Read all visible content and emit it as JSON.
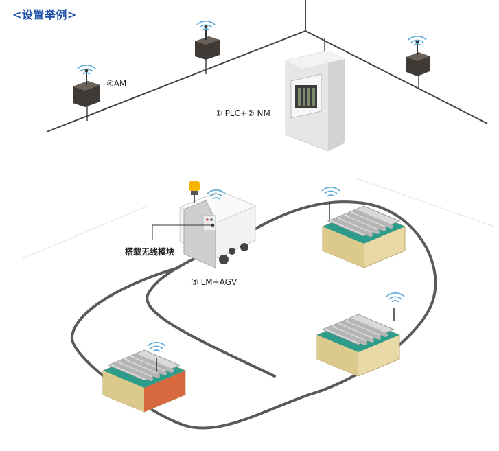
{
  "title": "<设置举例>",
  "labels": {
    "am": "④AM",
    "plc_nm": "① PLC+② NM",
    "lm_agv": "⑤ LM+AGV",
    "module": "搭载无线模块"
  },
  "colors": {
    "title": "#1d4fa8",
    "wall_line": "#444444",
    "track": "#5a5a5a",
    "device_dark": "#3f3a35",
    "cabinet": "#e6e6e6",
    "agv_body": "#f2f2f2",
    "beacon": "#f5b400",
    "conveyor_green": "#2e9c8a",
    "conveyor_base": "#e9d9a6",
    "wifi": "#5aa7d6"
  },
  "icons": {
    "wireless": "wifi-signal-icon",
    "beacon": "warning-beacon-icon"
  }
}
